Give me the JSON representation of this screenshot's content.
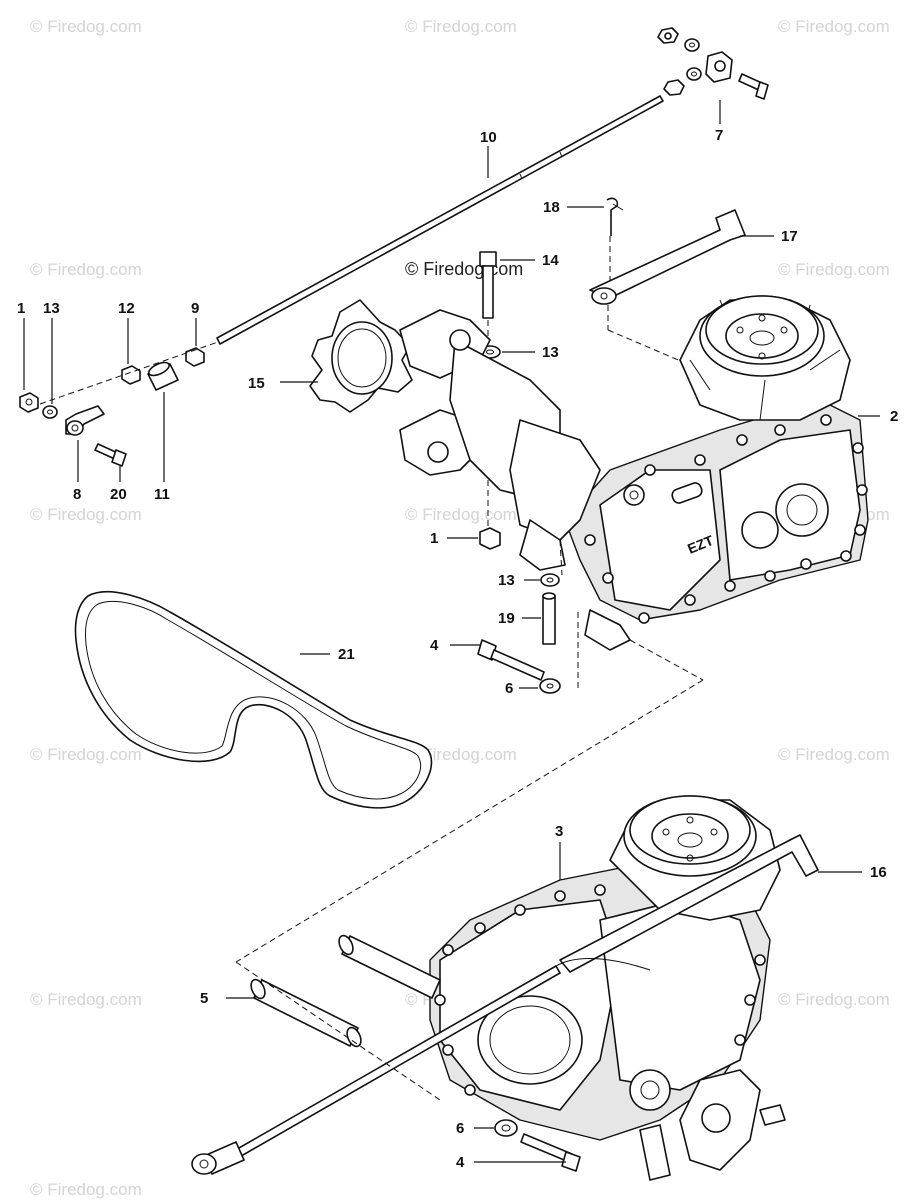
{
  "watermarks": [
    "© Firedog.com",
    "© Firedog.com",
    "© Firedog.com",
    "© Firedog.com",
    "© Firedog.com",
    "© Firedog.com",
    "© Firedog.com",
    "© Firedog.com",
    "© Firedog.com",
    "© Firedog.com",
    "© Firedog.com",
    "© Firedog.com",
    "© Firedog.com",
    "© Firedog.com",
    "© Firedog.com"
  ],
  "center_watermark": "© Firedog.com",
  "callouts": {
    "c1a": "1",
    "c13a": "13",
    "c12": "12",
    "c9": "9",
    "c8": "8",
    "c20": "20",
    "c11": "11",
    "c15": "15",
    "c10": "10",
    "c7": "7",
    "c18": "18",
    "c17": "17",
    "c14": "14",
    "c13b": "13",
    "c2": "2",
    "c1b": "1",
    "c13c": "13",
    "c19": "19",
    "c4a": "4",
    "c6a": "6",
    "c21": "21",
    "c3": "3",
    "c16": "16",
    "c5": "5",
    "c6b": "6",
    "c4b": "4"
  },
  "badge": "EZT"
}
